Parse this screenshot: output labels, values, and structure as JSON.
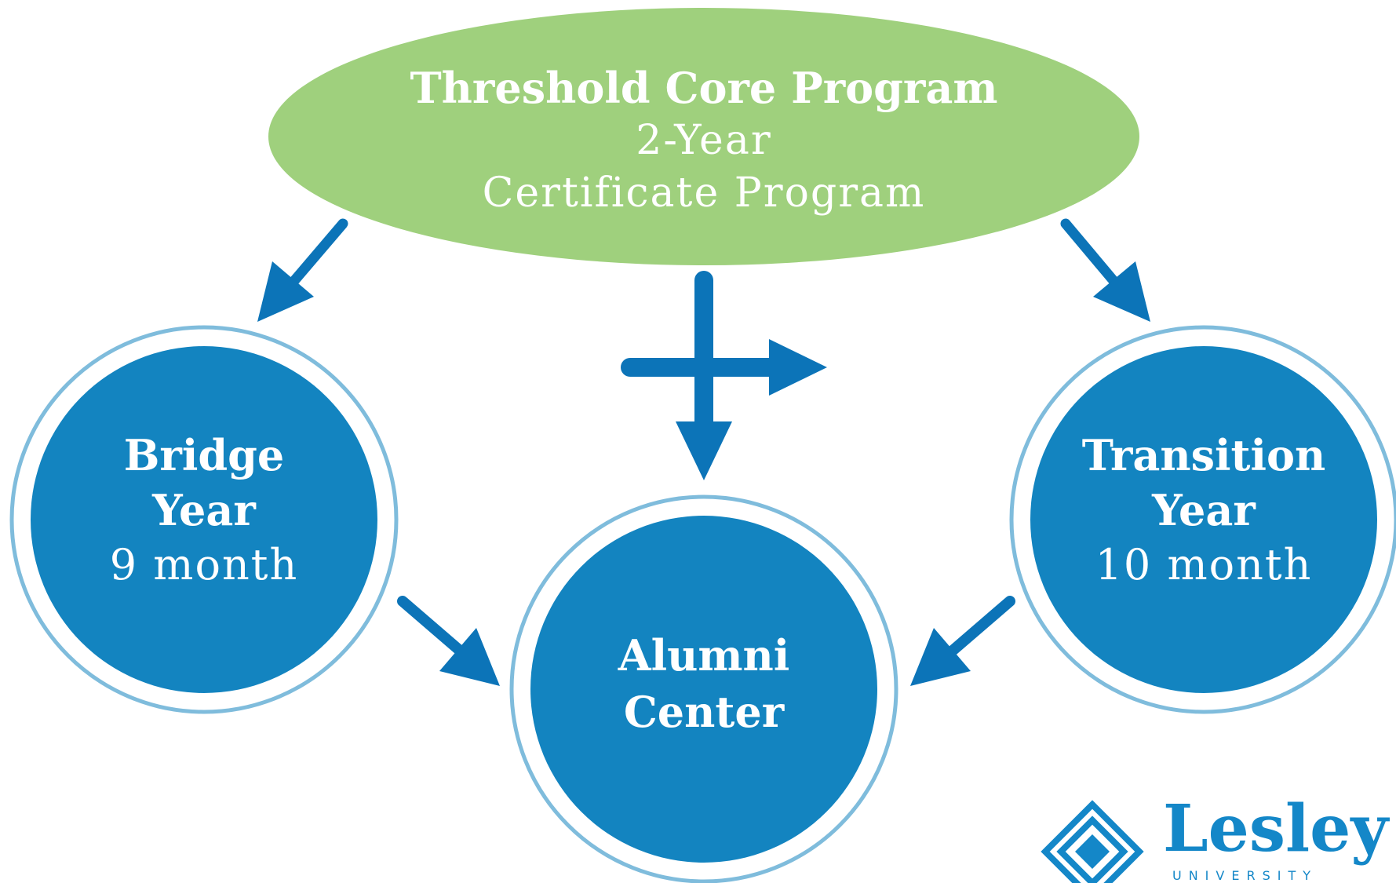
{
  "diagram": {
    "top_node": {
      "title": "Threshold Core Program",
      "line2": "2-Year",
      "line3": "Certificate Program"
    },
    "bridge_node": {
      "line1": "Bridge",
      "line2": "Year",
      "line3": "9 month"
    },
    "transition_node": {
      "line1": "Transition",
      "line2": "Year",
      "line3": "10 month"
    },
    "alumni_node": {
      "line1": "Alumni",
      "line2": "Center"
    }
  },
  "logo": {
    "wordmark": "Lesley",
    "subtitle": "UNIVERSITY"
  },
  "colors": {
    "ellipse_green": "#9fd07d",
    "circle_blue": "#1384c0",
    "ring_blue": "#7fbcdc",
    "arrow_blue": "#0c74b8",
    "logo_blue": "#1487c8"
  }
}
